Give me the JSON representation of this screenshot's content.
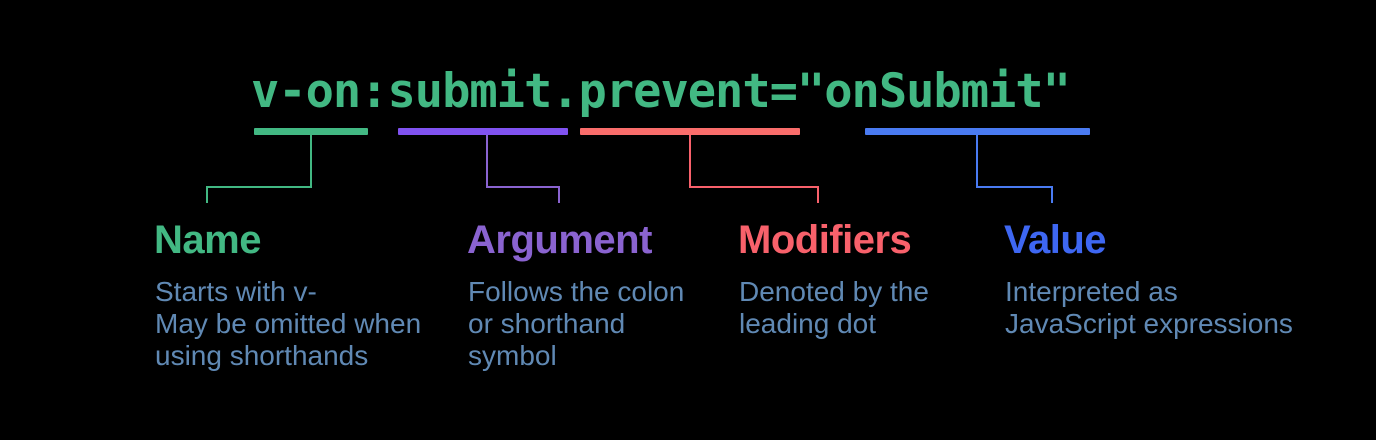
{
  "diagram": {
    "title": "vue-directive-syntax-anatomy",
    "background_color": "#000000",
    "description_text_color": "#6089b4",
    "code": {
      "text": "v-on:submit.prevent=\"onSubmit\"",
      "color": "#42b883"
    },
    "sections": [
      {
        "part": "name",
        "code_segment": "v-on",
        "label": "Name",
        "label_color": "#42b883",
        "bar_color": "#42b883",
        "description_lines": [
          "Starts with v-",
          "May be omitted when",
          "using shorthands"
        ]
      },
      {
        "part": "argument",
        "code_segment": "submit",
        "label": "Argument",
        "label_color": "#8a63d0",
        "bar_color": "#8052f0",
        "description_lines": [
          "Follows the colon",
          "or shorthand",
          "symbol"
        ]
      },
      {
        "part": "modifiers",
        "code_segment": "prevent",
        "label": "Modifiers",
        "label_color": "#f8616b",
        "bar_color": "#fa6d6b",
        "description_lines": [
          "Denoted by the",
          "leading dot"
        ]
      },
      {
        "part": "value",
        "code_segment": "onSubmit",
        "label": "Value",
        "label_color": "#3e67f2",
        "bar_color": "#4a7bf2",
        "description_lines": [
          "Interpreted as",
          "JavaScript expressions"
        ]
      }
    ]
  }
}
